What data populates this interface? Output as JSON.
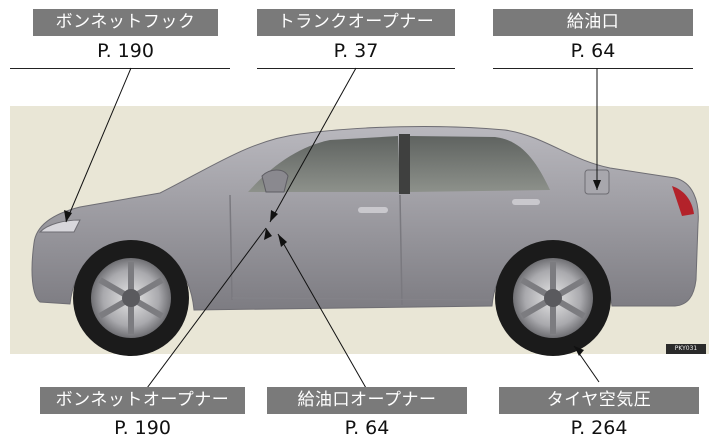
{
  "callouts": {
    "hood_lock": {
      "label": "ボンネットフック",
      "page": "P. 190"
    },
    "trunk_opener": {
      "label": "トランクオープナー",
      "page": "P. 37"
    },
    "fuel_door": {
      "label": "給油口",
      "page": "P. 64"
    },
    "hood_opener": {
      "label": "ボンネットオープナー",
      "page": "P. 190"
    },
    "fuel_door_opener": {
      "label": "給油口オープナー",
      "page": "P. 64"
    },
    "tire_pressure": {
      "label": "タイヤ空気圧",
      "page": "P. 264"
    }
  },
  "image_code": "PKY031",
  "colors": {
    "label_bg": "#7a7a7a",
    "photo_bg": "#e9e6d6",
    "car_body": "#9c9ba1"
  }
}
